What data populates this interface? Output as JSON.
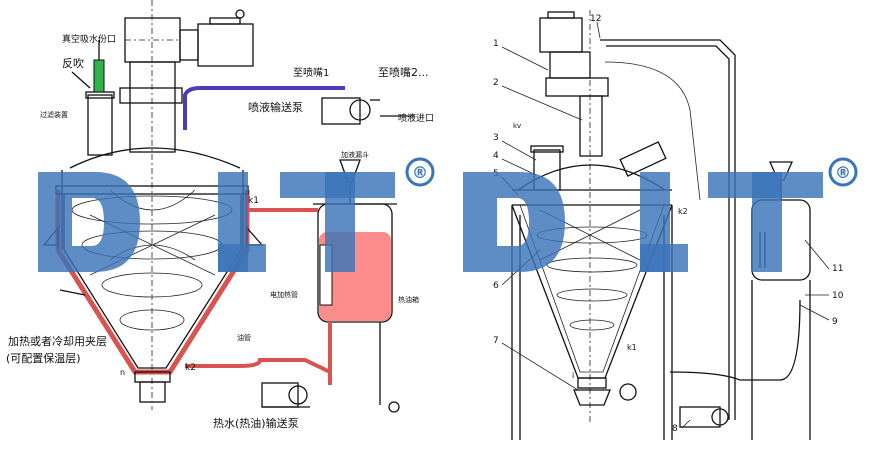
{
  "left_diagram": {
    "labels": {
      "vacuum_port": "真空吸水份口",
      "backblow": "反吹",
      "filter_device": "过滤装置",
      "to_nozzle_1": "至喷嘴1",
      "to_nozzle_2": "至喷嘴2...",
      "spray_pump": "喷液输送泵",
      "spray_inlet": "喷液进口",
      "feed_funnel": "加液漏斗",
      "k1": "k1",
      "k2": "k2",
      "electric_heater": "电加热管",
      "hot_oil_tank": "热油箱",
      "oil_pipe": "油管",
      "jacket_line1": "加热或者冷却用夹层",
      "jacket_line2": "(可配置保温层)",
      "hot_water_pump": "热水(热油)输送泵",
      "n": "n"
    }
  },
  "right_diagram": {
    "callouts": [
      "1",
      "2",
      "3",
      "4",
      "5",
      "6",
      "7",
      "8",
      "9",
      "10",
      "11",
      "12"
    ],
    "labels": {
      "kv": "kv",
      "k1": "k1",
      "k2": "k2",
      "i": "i"
    }
  },
  "watermark": {
    "text": "DLT",
    "registered": "®",
    "color": "#3b74b8"
  },
  "colors": {
    "jacket": "#d9534f",
    "oil": "#ff8080",
    "spray_line": "#4a3db5",
    "vacuum_line": "#2fb34a"
  }
}
